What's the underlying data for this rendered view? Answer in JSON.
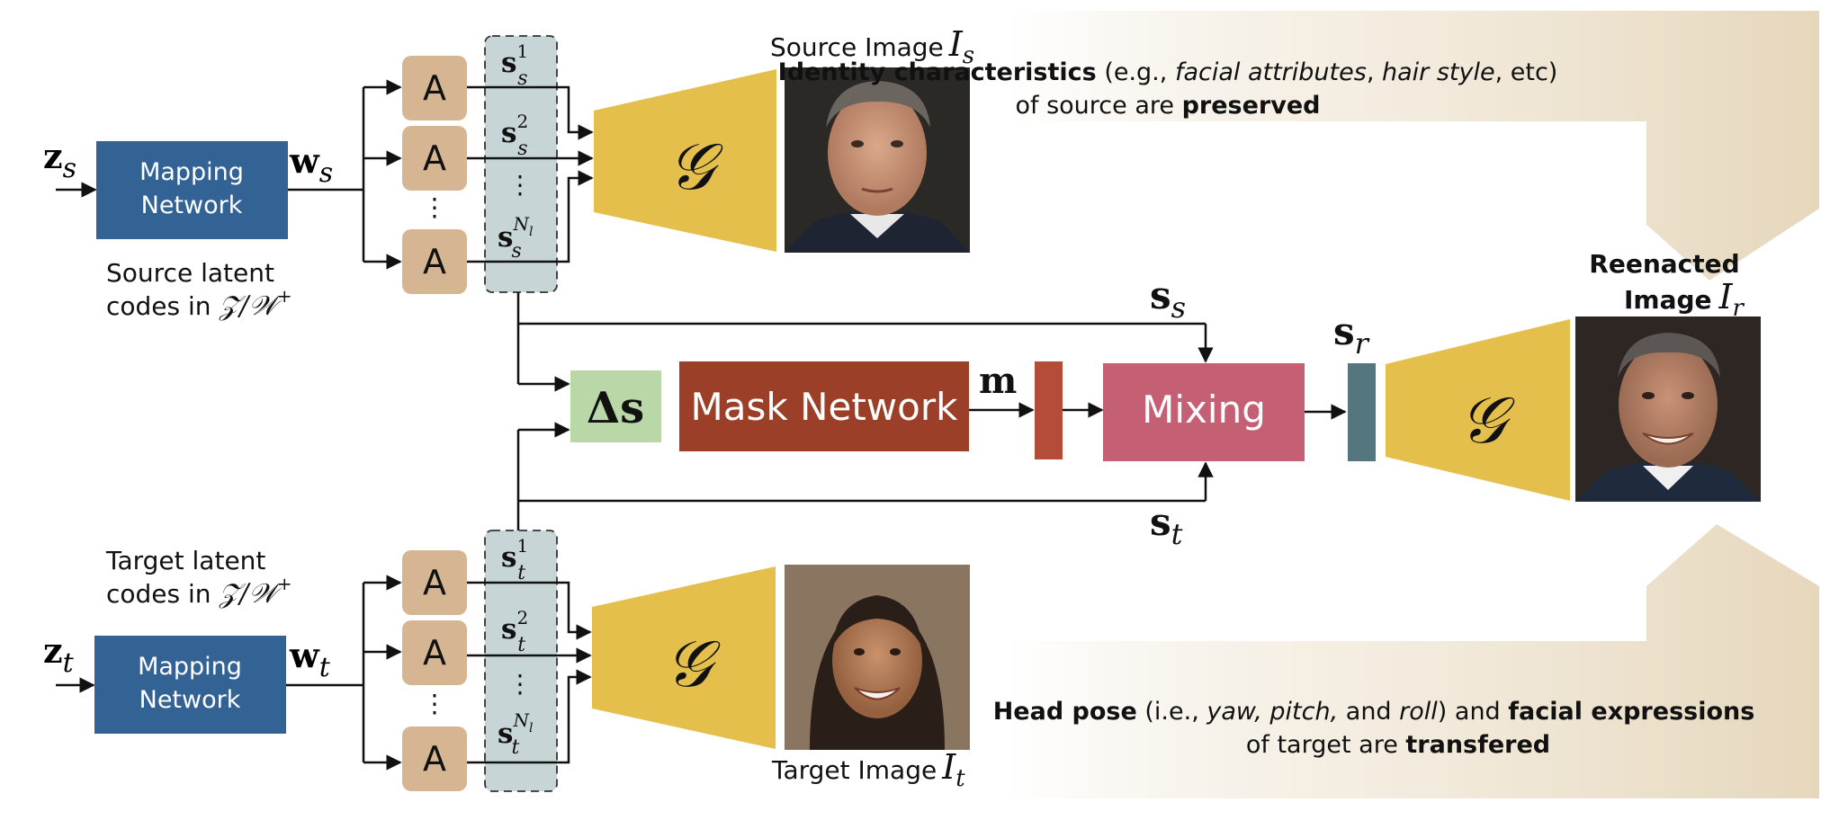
{
  "source": {
    "z_main": "z",
    "z_sub": "s",
    "w_main": "w",
    "w_sub": "s",
    "mapping_label_line1": "Mapping",
    "mapping_label_line2": "Network",
    "latent_line1": "Source latent",
    "latent_line2": "codes in",
    "latent_space": "𝒵/𝒲",
    "latent_sup": "+",
    "style_main": "s",
    "style_sub": "s",
    "sup_1": "1",
    "sup_2": "2",
    "sup_n": "N",
    "sup_n_sub": "l",
    "image_label": "Source Image",
    "image_symbol": "I",
    "image_symbol_sub": "s"
  },
  "target": {
    "z_main": "z",
    "z_sub": "t",
    "w_main": "w",
    "w_sub": "t",
    "mapping_label_line1": "Mapping",
    "mapping_label_line2": "Network",
    "latent_line1": "Target latent",
    "latent_line2": "codes in",
    "latent_space": "𝒵/𝒲",
    "latent_sup": "+",
    "style_main": "s",
    "style_sub": "t",
    "sup_1": "1",
    "sup_2": "2",
    "sup_n": "N",
    "sup_n_sub": "l",
    "image_label": "Target Image",
    "image_symbol": "I",
    "image_symbol_sub": "t"
  },
  "affine_label": "A",
  "vdots": "⋮",
  "generator_symbol": "𝒢",
  "delta_s": "Δs",
  "mask_network": "Mask Network",
  "mask_symbol": "m",
  "mixing": "Mixing",
  "s_s": {
    "main": "s",
    "sub": "s"
  },
  "s_t": {
    "main": "s",
    "sub": "t"
  },
  "s_r": {
    "main": "s",
    "sub": "r"
  },
  "reenacted": {
    "line1": "Reenacted",
    "line2": "Image",
    "symbol": "I",
    "symbol_sub": "r"
  },
  "identity_note": {
    "bold1": "Identity characteristics",
    "t1": " (e.g., ",
    "i1": "facial attributes",
    "t2": ", ",
    "i2": "hair style",
    "t3": ", etc)",
    "line2_t1": "of source are ",
    "line2_bold": "preserved"
  },
  "pose_note": {
    "bold1": "Head pose",
    "t1": " (i.e., ",
    "i1": "yaw, pitch,",
    "t2": " and ",
    "i2": "roll",
    "t3": ") and  ",
    "bold2": "facial expressions",
    "line2_t1": "of target are ",
    "line2_bold": "transfered"
  },
  "colors": {
    "mapping": "#336294",
    "affine": "#d5b592",
    "style_box": "#c8d5d7",
    "generator": "#e5bf4c",
    "delta": "#b9d7a7",
    "mask_network": "#9b3f29",
    "mask_bar": "#b34d39",
    "mixing": "#c55f74",
    "s_r_bar": "#56767f",
    "banner": "#e9dcc5"
  }
}
